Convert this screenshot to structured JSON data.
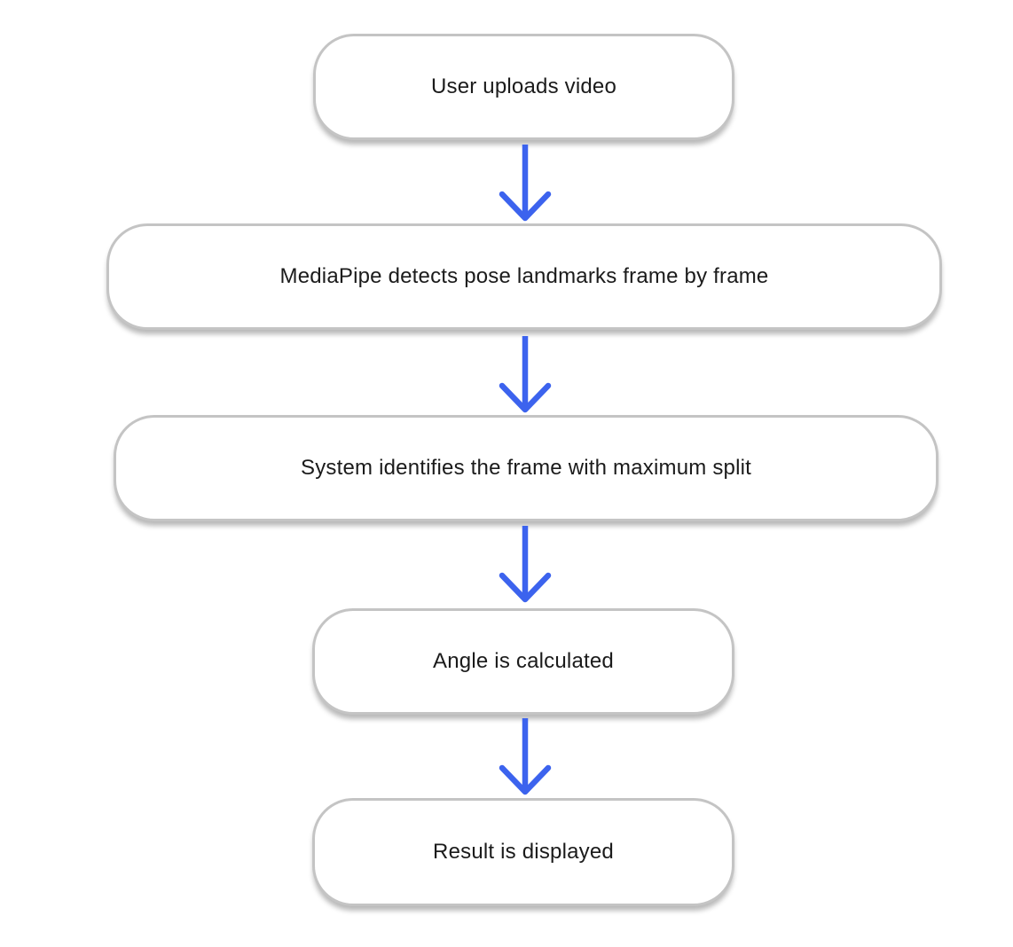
{
  "diagram": {
    "type": "flowchart",
    "direction": "top-down",
    "nodes": [
      {
        "id": "upload",
        "label": "User uploads video"
      },
      {
        "id": "detect",
        "label": "MediaPipe detects pose landmarks frame by frame"
      },
      {
        "id": "identify",
        "label": "System identifies the frame with maximum split"
      },
      {
        "id": "angle",
        "label": "Angle is calculated"
      },
      {
        "id": "result",
        "label": "Result is displayed"
      }
    ],
    "edges": [
      {
        "from": "upload",
        "to": "detect"
      },
      {
        "from": "detect",
        "to": "identify"
      },
      {
        "from": "identify",
        "to": "angle"
      },
      {
        "from": "angle",
        "to": "result"
      }
    ],
    "colors": {
      "background": "#ffffff",
      "box_fill": "#ffffff",
      "box_border": "#c4c4c4",
      "text": "#1b1b1b",
      "arrow": "#3c63ee"
    }
  }
}
